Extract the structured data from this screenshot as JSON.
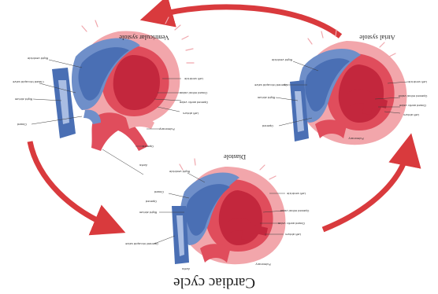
{
  "figure": {
    "title": "Cardiac cycle",
    "arrow_color": "#d93a3d",
    "stages": [
      {
        "key": "ventricular",
        "title": "Ventricular systole",
        "labels": [
          "Right ventricle",
          "Closed tricuspid valve",
          "Right atrium",
          "Closed",
          "Left ventricle",
          "Closed mitral valve",
          "Opened aortic valve",
          "Left atrium",
          "Aorta",
          "Pulmonary",
          "Opened"
        ]
      },
      {
        "key": "atrial",
        "title": "Atrial systole",
        "labels": [
          "Right ventricle",
          "Opened tricuspid valve",
          "Right atrium",
          "Opened",
          "Left ventricle",
          "Opened mitral valve",
          "Closed aortic valve",
          "Left atrium",
          "Pulmonary"
        ]
      },
      {
        "key": "diastole",
        "title": "Diastole",
        "labels": [
          "Right ventricle",
          "Closed",
          "Opened",
          "Right atrium",
          "Left ventricle",
          "Opened mitral valve",
          "Closed aortic valve",
          "Left atrium",
          "Pulmonary",
          "Opened tricuspid valve",
          "Aorta"
        ]
      }
    ]
  }
}
